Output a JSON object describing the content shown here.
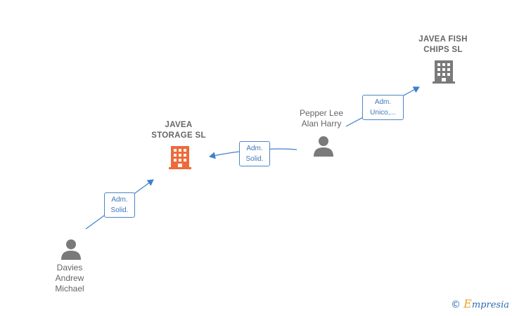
{
  "companies": [
    {
      "id": "javea-storage",
      "label": "JAVEA\nSTORAGE  SL",
      "color": "#ee6a3a"
    },
    {
      "id": "javea-fish",
      "label": "JAVEA FISH\nCHIPS  SL",
      "color": "#7a7a7a"
    }
  ],
  "people": [
    {
      "id": "pepper",
      "label": "Pepper Lee\nAlan Harry"
    },
    {
      "id": "davies",
      "label": "Davies\nAndrew\nMichael"
    }
  ],
  "relations": [
    {
      "from": "pepper",
      "to": "javea-fish",
      "label": "Adm.\nUnico,..."
    },
    {
      "from": "pepper",
      "to": "javea-storage",
      "label": "Adm.\nSolid."
    },
    {
      "from": "davies",
      "to": "javea-storage",
      "label": "Adm.\nSolid."
    }
  ],
  "colors": {
    "edge": "#3f7fcf",
    "person": "#7a7a7a"
  },
  "watermark": {
    "copyright": "©",
    "brand_e": "E",
    "brand_rest": "mpresia"
  }
}
